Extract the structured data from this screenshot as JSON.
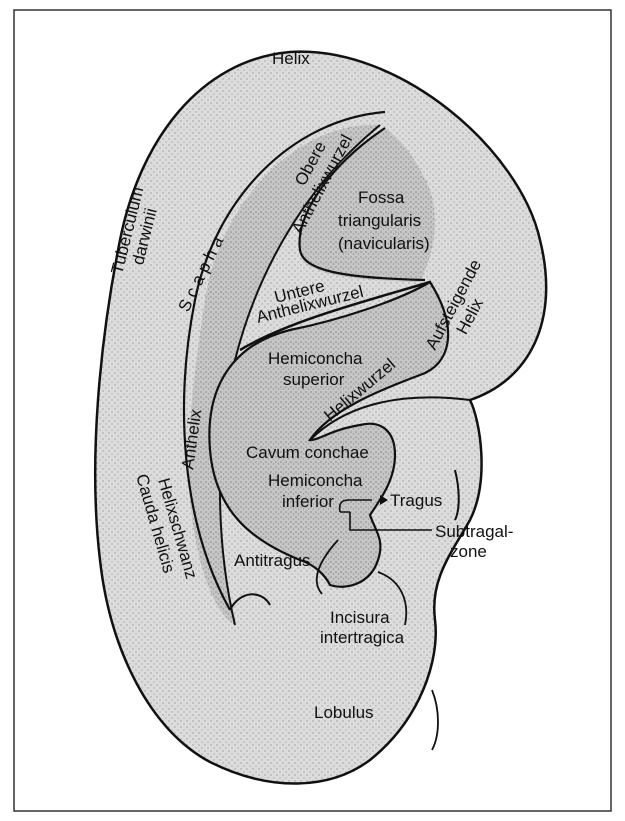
{
  "labels": {
    "helix": "Helix",
    "tuberculum_1": "Tuberculum",
    "tuberculum_2": "darwinii",
    "obere_1": "Obere",
    "obere_2": "Anthelixwurzel",
    "fossa_1": "Fossa",
    "fossa_2": "triangularis",
    "fossa_3": "(navicularis)",
    "scapha": "S c a p h a",
    "untere_1": "Untere",
    "untere_2": "Anthelixwurzel",
    "aufsteigende_1": "Aufsteigende",
    "aufsteigende_2": "Helix",
    "hemi_sup_1": "Hemiconcha",
    "hemi_sup_2": "superior",
    "helixwurzel": "Helixwurzel",
    "anthelix": "Anthelix",
    "cavum": "Cavum conchae",
    "hemi_inf_1": "Hemiconcha",
    "hemi_inf_2": "inferior",
    "tragus": "Tragus",
    "subtragal_1": "Subtragal-",
    "subtragal_2": "zone",
    "helixschwanz": "Helixschwanz",
    "cauda": "Cauda helicis",
    "antitragus": "Antitragus",
    "incisura_1": "Incisura",
    "incisura_2": "intertragica",
    "lobulus": "Lobulus"
  }
}
